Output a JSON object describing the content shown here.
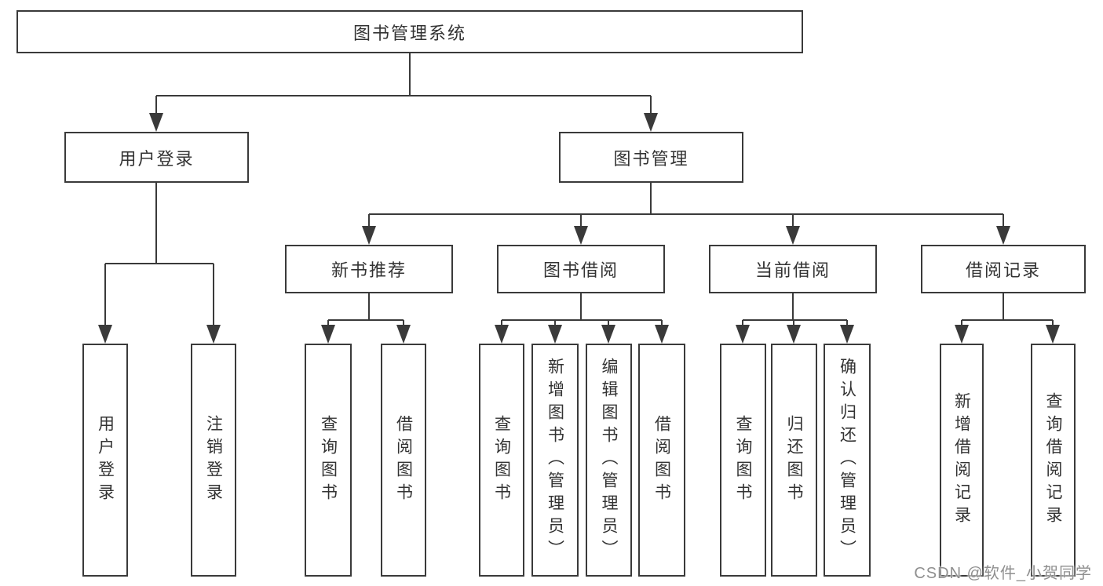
{
  "tree": {
    "label": "图书管理系统",
    "children": [
      {
        "label": "用户登录",
        "children": [
          {
            "label": "用户登录"
          },
          {
            "label": "注销登录"
          }
        ]
      },
      {
        "label": "图书管理",
        "children": [
          {
            "label": "新书推荐",
            "children": [
              {
                "label": "查询图书"
              },
              {
                "label": "借阅图书"
              }
            ]
          },
          {
            "label": "图书借阅",
            "children": [
              {
                "label": "查询图书"
              },
              {
                "label": "新增图书（管理员）"
              },
              {
                "label": "编辑图书（管理员）"
              },
              {
                "label": "借阅图书"
              }
            ]
          },
          {
            "label": "当前借阅",
            "children": [
              {
                "label": "查询图书"
              },
              {
                "label": "归还图书"
              },
              {
                "label": "确认归还（管理员）"
              }
            ]
          },
          {
            "label": "借阅记录",
            "children": [
              {
                "label": "新增借阅记录"
              },
              {
                "label": "查询借阅记录"
              }
            ]
          }
        ]
      }
    ]
  },
  "watermark": {
    "text": "CSDN @软件_小贺同学"
  },
  "colors": {
    "line": "#3a3a3a",
    "text": "#333333",
    "watermark": "#8f8f8f",
    "background": "#ffffff"
  }
}
